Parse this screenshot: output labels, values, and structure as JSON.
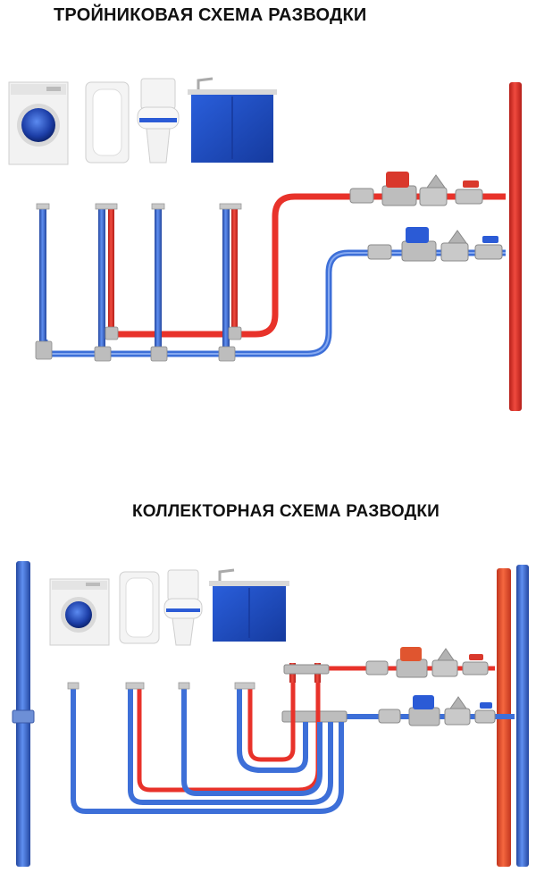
{
  "titles": {
    "tee": "ТРОЙНИКОВАЯ СХЕМА РАЗВОДКИ",
    "collector": "КОЛЛЕКТОРНАЯ СХЕМА РАЗВОДКИ"
  },
  "colors": {
    "hot": "#e8322a",
    "hot_dark": "#b51f1a",
    "cold": "#3d6fd8",
    "cold_dark": "#2447a0",
    "fitting": "#b8b8b8",
    "appliance_blue": "#1f4fc7"
  },
  "appliances": [
    "washing-machine",
    "bathtub",
    "toilet",
    "sink-cabinet"
  ]
}
